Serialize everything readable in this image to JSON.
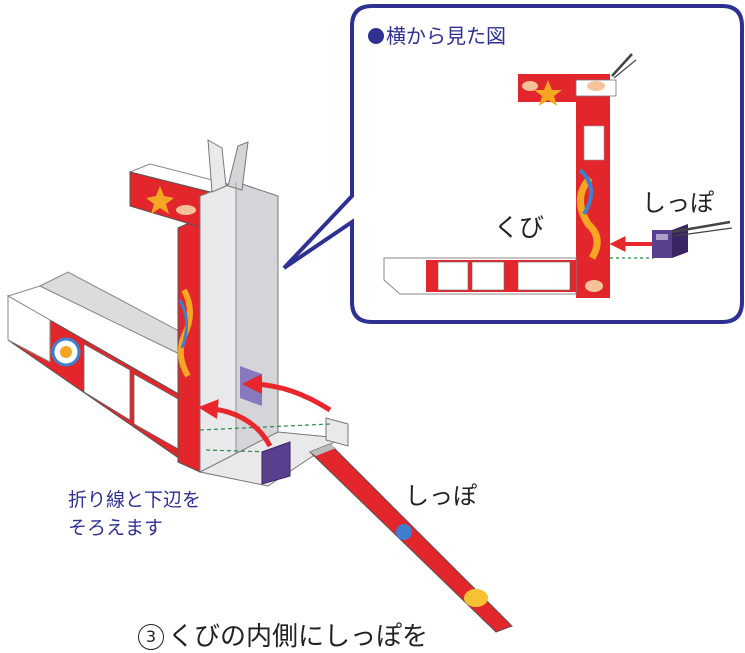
{
  "callout": {
    "title": "横から見た図",
    "neck_label": "くび",
    "tail_label": "しっぽ"
  },
  "main": {
    "tail_label": "しっぽ",
    "align_note_line1": "折り線と下辺を",
    "align_note_line2": "そろえます"
  },
  "step": {
    "number": "3",
    "title": "くびの内側にしっぽを"
  },
  "colors": {
    "accent_blue": "#2e3192",
    "arrow_red": "#e8262c",
    "box_red": "#e3262b",
    "purple": "#5b3f8f"
  }
}
